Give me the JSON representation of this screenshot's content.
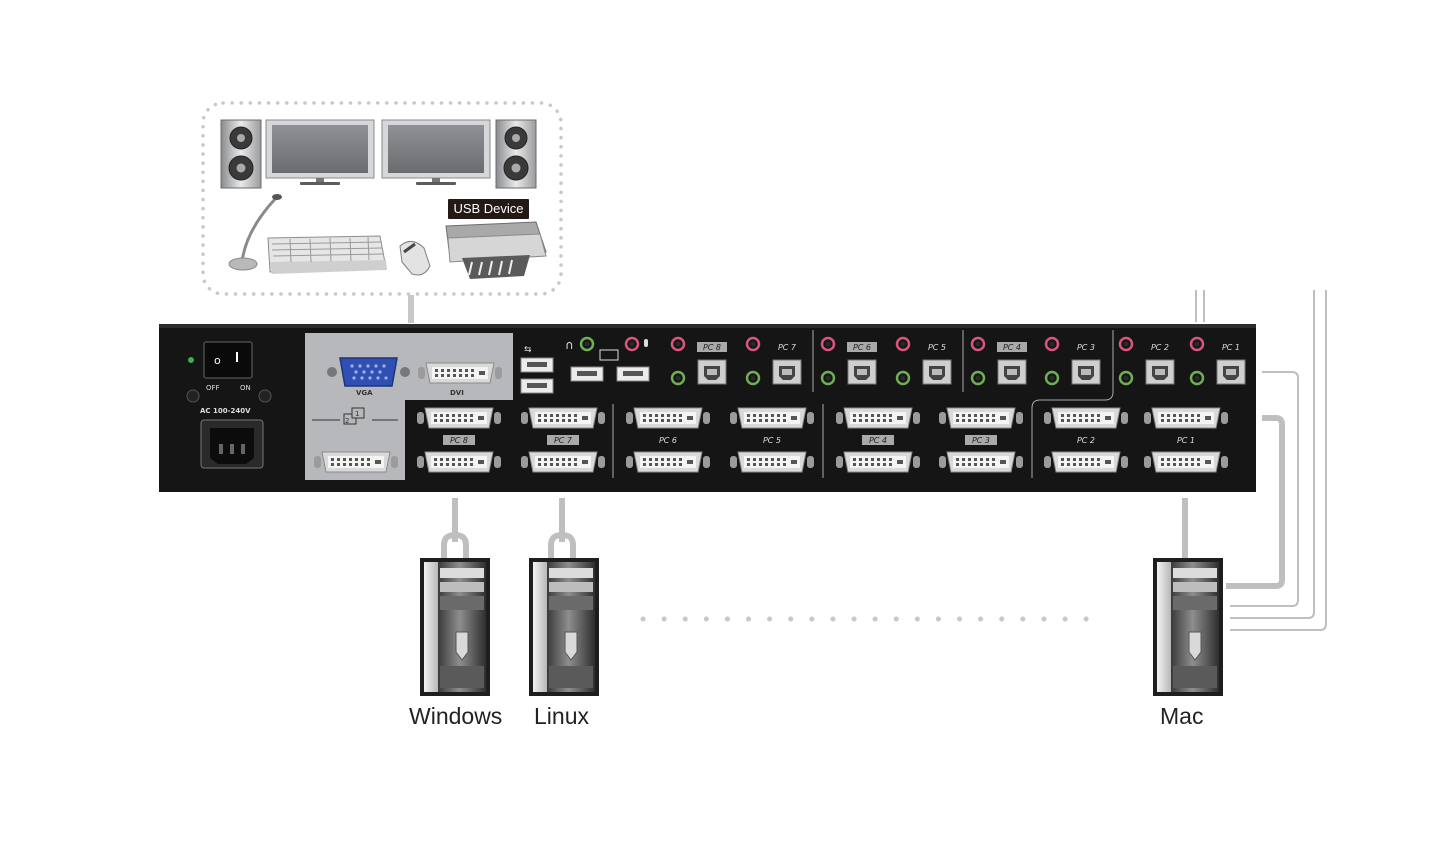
{
  "console": {
    "usb_device_label": "USB Device"
  },
  "panel": {
    "power_off": "OFF",
    "power_on": "ON",
    "power_rating": "AC 100-240V",
    "vga_label": "VGA",
    "dvi_label": "DVI",
    "audio_usb_ports": [
      "PC 8",
      "PC 7",
      "PC 6",
      "PC 5",
      "PC 4",
      "PC 3",
      "PC 2",
      "PC 1"
    ],
    "dvi_ports_row1": [
      "PC 8",
      "PC 7",
      "PC 6",
      "PC 5",
      "PC 4",
      "PC 3",
      "PC 2",
      "PC 1"
    ]
  },
  "hosts": [
    {
      "label": "Windows"
    },
    {
      "label": "Linux"
    },
    {
      "label": "Mac"
    }
  ],
  "colors": {
    "panel": "#151515",
    "panel_gray": "#b7b8bb",
    "cable": "#bfbfbf",
    "dotted": "#c8c8c8",
    "audio_pink": "#d9557e",
    "audio_green": "#6fae52"
  }
}
